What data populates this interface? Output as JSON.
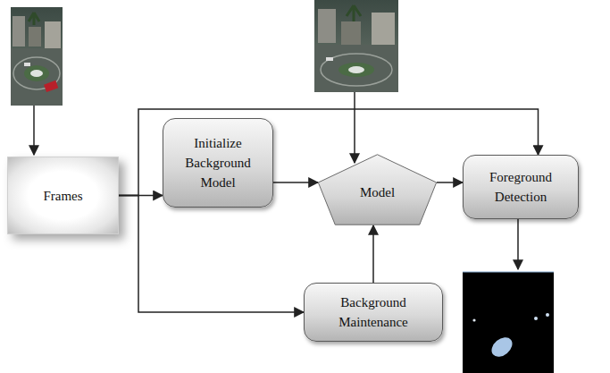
{
  "diagram": {
    "nodes": [
      {
        "text": [
          "Frames"
        ]
      },
      {
        "text": [
          "Initialize Background Model"
        ]
      },
      {
        "text": [
          "Model"
        ]
      },
      {
        "text": [
          "Foreground Detection"
        ]
      },
      {
        "text": [
          "Background Maintenance"
        ]
      }
    ],
    "edges": [
      {
        "from": 0,
        "to": 1,
        "arrow": "to"
      },
      {
        "from": 0,
        "to": 3,
        "arrow": "to"
      },
      {
        "from": 0,
        "to": 4,
        "arrow": "to"
      },
      {
        "from": 1,
        "to": 2,
        "arrow": "to"
      },
      {
        "from": 4,
        "to": 2,
        "arrow": "to"
      },
      {
        "from": 2,
        "to": 3,
        "arrow": "to"
      }
    ]
  }
}
